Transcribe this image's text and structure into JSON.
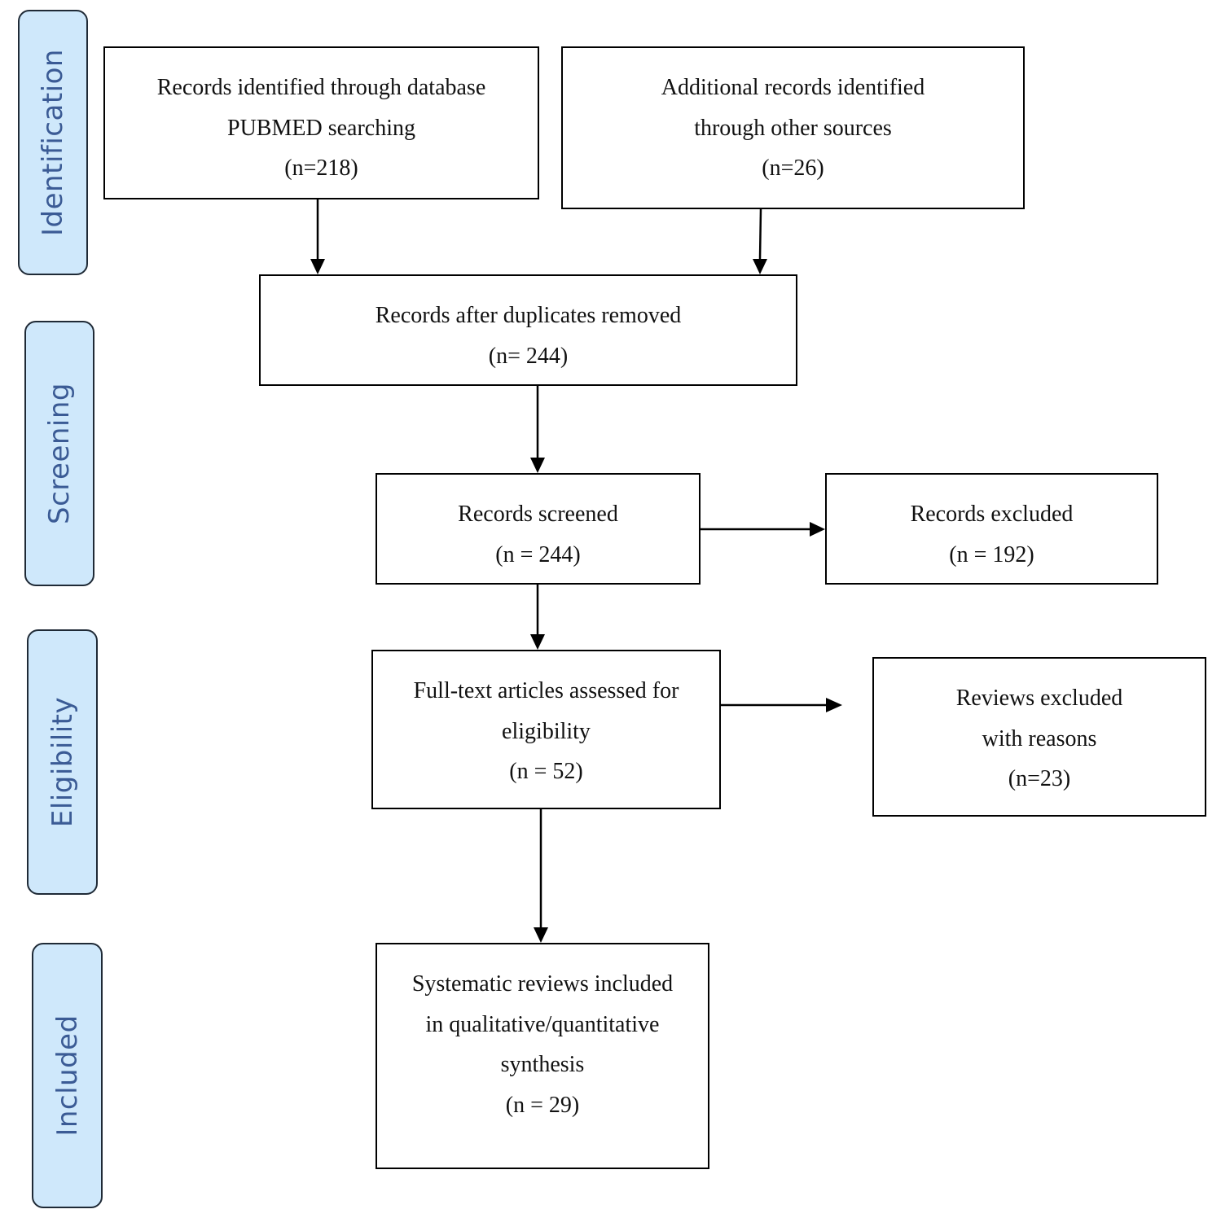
{
  "stages": {
    "identification": "Identification",
    "screening": "Screening",
    "eligibility": "Eligibility",
    "included": "Included"
  },
  "boxes": {
    "database": {
      "lines": [
        "Records identified through database",
        "PUBMED searching",
        "(n=218)"
      ]
    },
    "other_sources": {
      "lines": [
        "Additional records identified",
        "through other sources",
        "(n=26)"
      ]
    },
    "duplicates_removed": {
      "lines": [
        "Records after duplicates removed",
        "(n= 244)"
      ]
    },
    "screened": {
      "lines": [
        "Records screened",
        "(n = 244)"
      ]
    },
    "excluded": {
      "lines": [
        "Records excluded",
        "(n = 192)"
      ]
    },
    "full_text": {
      "lines": [
        "Full-text articles assessed for",
        "eligibility",
        "(n = 52)"
      ]
    },
    "reviews_excluded": {
      "lines": [
        "Reviews excluded",
        "with reasons",
        "(n=23)"
      ]
    },
    "included": {
      "lines": [
        "Systematic reviews included",
        "in qualitative/quantitative",
        "synthesis",
        "(n = 29)"
      ]
    }
  },
  "colors": {
    "stage_fill": "#cfe8fb",
    "stage_text": "#3b5b95",
    "stroke": "#000000"
  }
}
